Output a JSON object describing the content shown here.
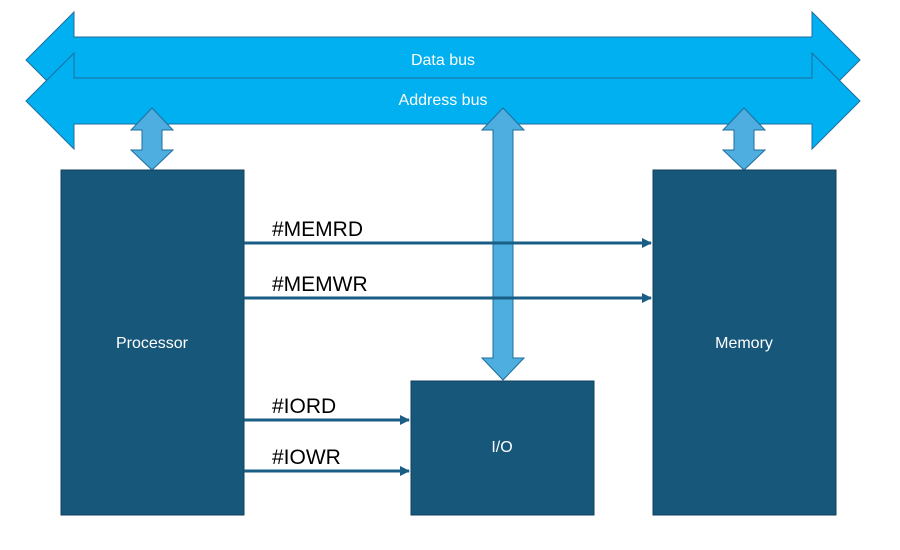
{
  "buses": {
    "data_bus": "Data bus",
    "address_bus": "Address bus"
  },
  "blocks": {
    "processor": "Processor",
    "memory": "Memory",
    "io": "I/O"
  },
  "signals": {
    "memrd": "#MEMRD",
    "memwr": "#MEMWR",
    "iord": "#IORD",
    "iowr": "#IOWR"
  },
  "colors": {
    "bus_fill": "#00b0f0",
    "bus_stroke": "#1f6e9c",
    "connector_fill": "#4eaee0",
    "block_fill": "#17577a",
    "block_stroke": "#0f3f5c",
    "signal_line": "#1a5e85"
  }
}
